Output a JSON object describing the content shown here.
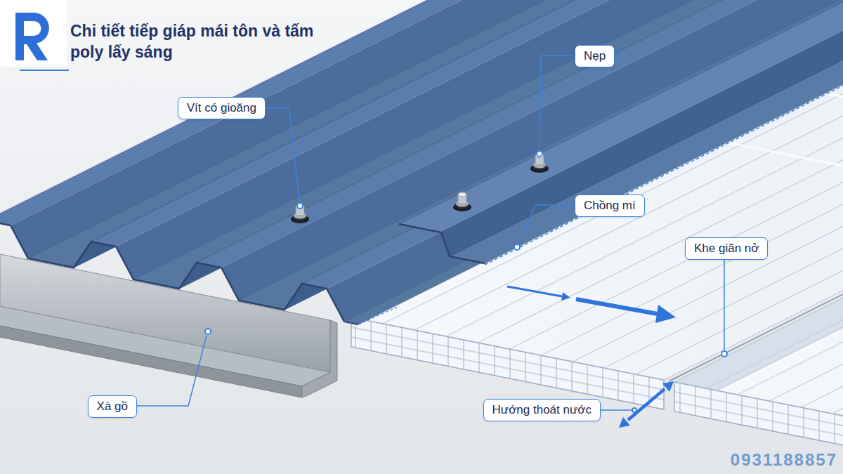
{
  "diagram": {
    "title": "Chi tiết tiếp giáp mái tôn và tấm poly lấy sáng",
    "nodes": [
      {
        "text": [
          "Nẹp"
        ]
      },
      {
        "text": [
          "Vít có gioăng"
        ]
      },
      {
        "text": [
          "Chồng mí"
        ]
      },
      {
        "text": [
          "Khe giãn nở"
        ]
      },
      {
        "text": [
          "Xà gồ"
        ]
      },
      {
        "text": [
          "Hướng thoát nước"
        ]
      }
    ],
    "labels": [
      "0931188857"
    ]
  }
}
